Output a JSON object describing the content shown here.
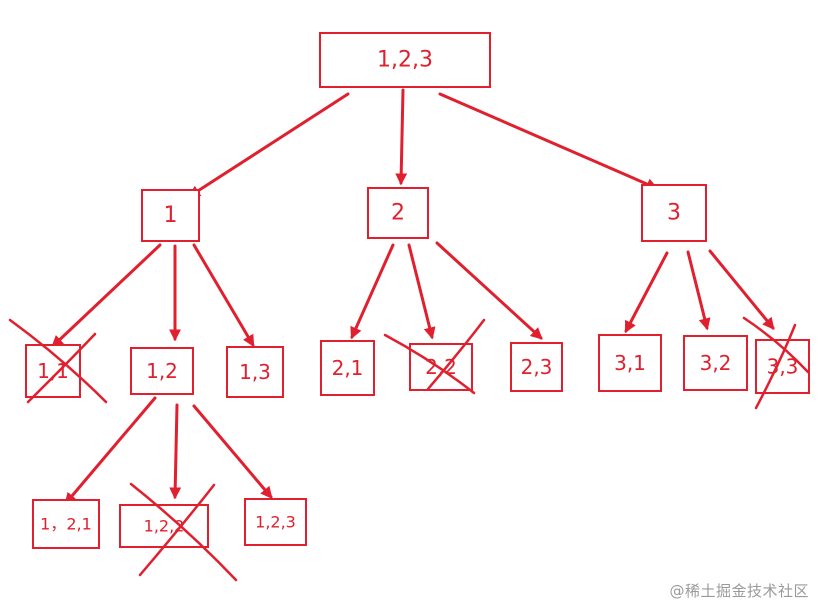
{
  "diagram": {
    "accent_color": "#e0202e",
    "nodes": [
      {
        "id": "root",
        "label": "1,2,3",
        "crossed": false
      },
      {
        "id": "n1",
        "label": "1",
        "crossed": false
      },
      {
        "id": "n2",
        "label": "2",
        "crossed": false
      },
      {
        "id": "n3",
        "label": "3",
        "crossed": false
      },
      {
        "id": "n11",
        "label": "1,1",
        "crossed": true
      },
      {
        "id": "n12",
        "label": "1,2",
        "crossed": false
      },
      {
        "id": "n13",
        "label": "1,3",
        "crossed": false
      },
      {
        "id": "n21",
        "label": "2,1",
        "crossed": false
      },
      {
        "id": "n22",
        "label": "2,2",
        "crossed": true
      },
      {
        "id": "n23",
        "label": "2,3",
        "crossed": false
      },
      {
        "id": "n31",
        "label": "3,1",
        "crossed": false
      },
      {
        "id": "n32",
        "label": "3,2",
        "crossed": false
      },
      {
        "id": "n33",
        "label": "3,3",
        "crossed": true
      },
      {
        "id": "n121",
        "label": "1，2,1",
        "crossed": false
      },
      {
        "id": "n122",
        "label": "1,2,2",
        "crossed": true
      },
      {
        "id": "n123",
        "label": "1,2,3",
        "crossed": false
      }
    ],
    "edges": [
      [
        "root",
        "n1"
      ],
      [
        "root",
        "n2"
      ],
      [
        "root",
        "n3"
      ],
      [
        "n1",
        "n11"
      ],
      [
        "n1",
        "n12"
      ],
      [
        "n1",
        "n13"
      ],
      [
        "n2",
        "n21"
      ],
      [
        "n2",
        "n22"
      ],
      [
        "n2",
        "n23"
      ],
      [
        "n3",
        "n31"
      ],
      [
        "n3",
        "n32"
      ],
      [
        "n3",
        "n33"
      ],
      [
        "n12",
        "n121"
      ],
      [
        "n12",
        "n122"
      ],
      [
        "n12",
        "n123"
      ]
    ]
  },
  "watermark": "@稀土掘金技术社区"
}
